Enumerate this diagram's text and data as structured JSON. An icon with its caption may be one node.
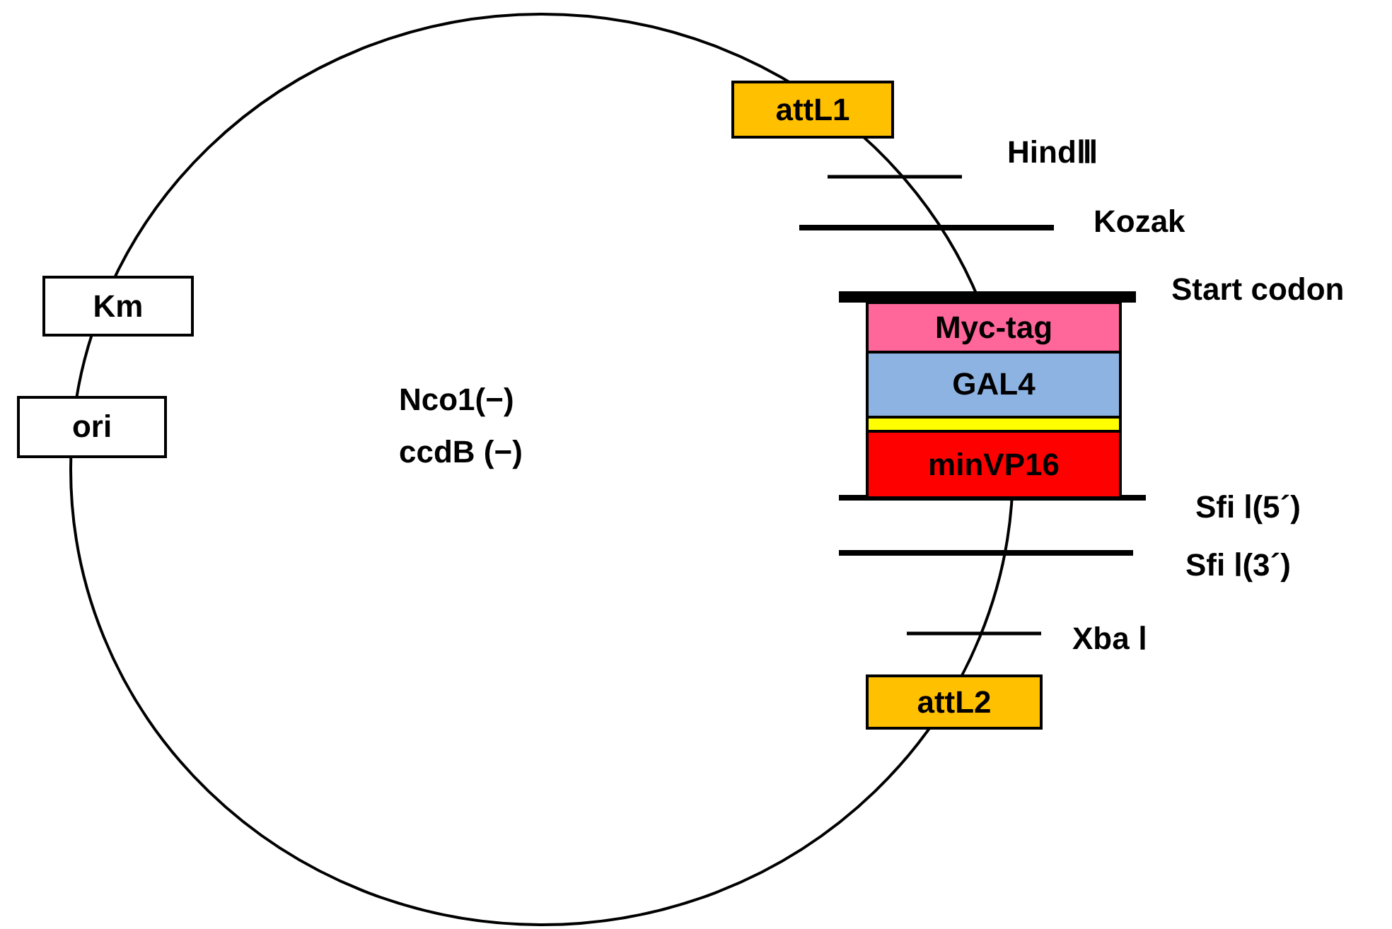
{
  "diagram": {
    "nodes": [
      {
        "text": [
          "attL1"
        ]
      },
      {
        "text": [
          "Km"
        ]
      },
      {
        "text": [
          "Myc-tag"
        ]
      },
      {
        "text": [
          "GAL4"
        ]
      },
      {
        "text": [
          "ori"
        ]
      },
      {
        "text": [],
        "shape": "bar"
      },
      {
        "text": [
          "minVP16"
        ]
      },
      {
        "text": [
          "attL2"
        ]
      }
    ],
    "edges": [],
    "labels": [
      "HindⅢ",
      "Kozak",
      "Start codon",
      "Nco1(−)",
      "ccdB (−)",
      "Sfi Ⅰ(5´)",
      "Sfi Ⅰ(3´)",
      "Xba Ⅰ"
    ]
  }
}
